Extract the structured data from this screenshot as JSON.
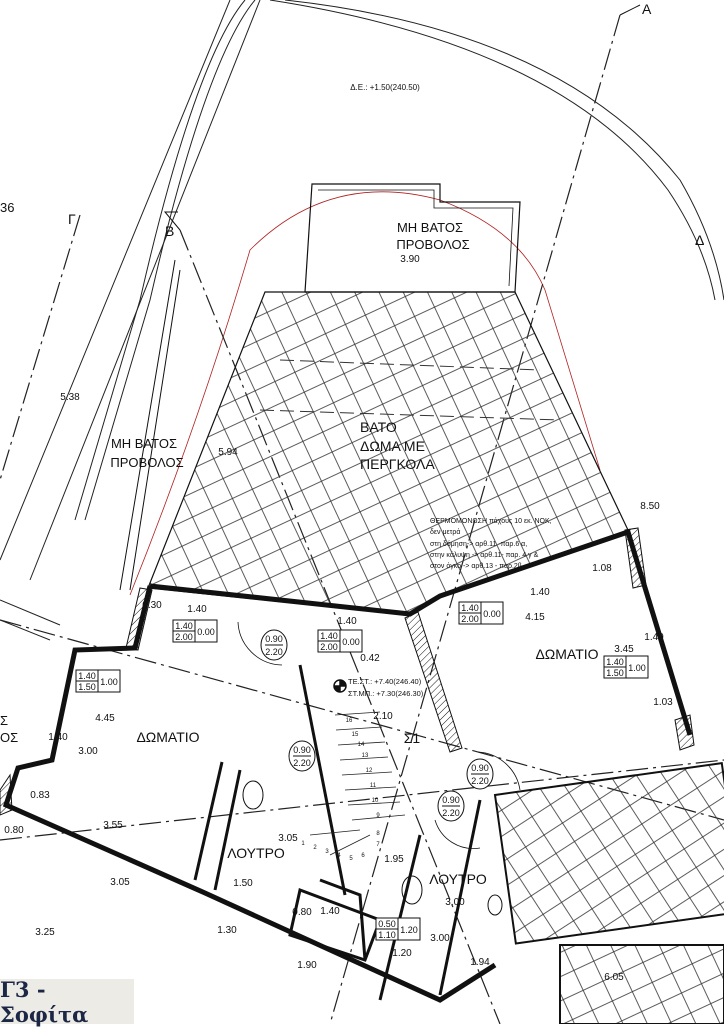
{
  "caption": "Γ3 - Σοφίτα",
  "section_marks": [
    "A",
    "B",
    "Γ",
    "Δ"
  ],
  "level_note": "Δ.Ε.: +1.50(240.50)",
  "partial_left": [
    "36",
    "Σ",
    "ΟΣ"
  ],
  "areas": {
    "balcony_top": [
      "ΜΗ ΒΑΤΟΣ",
      "ΠΡΟΒΟΛΟΣ"
    ],
    "balcony_left": [
      "ΜΗ ΒΑΤΟΣ",
      "ΠΡΟΒΟΛΟΣ"
    ],
    "terrace": [
      "ΒΑΤΟ",
      "ΔΩΜΑ ΜΕ",
      "ΠΕΡΓΚΟΛΑ"
    ],
    "room_right": "ΔΩΜΑΤΙΟ",
    "room_left": "ΔΩΜΑΤΙΟ",
    "hall": "Σ1",
    "bath_left": "ΛΟΥΤΡΟ",
    "bath_right": "ΛΟΥΤΡΟ"
  },
  "insulation_note": [
    "ΘΕΡΜΟΜΟΝΩΣΗ πάχους 10 εκ. ΝΟΚ,",
    "δεν μετρά",
    "στη δόμηση-> αρθ.11 -παρ.6 α,",
    "στην κάλυψη -> αρθ.11- παρ. 4 γ &",
    "στον όγκο -> αρθ.13 - παρ.2β"
  ],
  "elevations": [
    "ΤΕ.ΣΤ.: +7.40(246.40)",
    "ΣΤ.ΜΠ.: +7.30(246.30)"
  ],
  "dimensions": [
    "3.90",
    "5.38",
    "5.94",
    "8.50",
    "1.08",
    "1.40",
    "4.15",
    "0.30",
    "1.40",
    "1.40",
    "0.42",
    "3.45",
    "1.40",
    "1.03",
    "4.45",
    "2.10",
    "1.40",
    "3.00",
    "0.83",
    "3.55",
    "0.80",
    "3.05",
    "1.95",
    "1.50",
    "3.05",
    "3.00",
    "0.80",
    "1.40",
    "3.25",
    "1.30",
    "1.20",
    "3.00",
    "1.94",
    "1.90",
    "6.05"
  ],
  "window_tags": [
    {
      "w": "1.40",
      "h": "2.00",
      "sill": "0.00"
    },
    {
      "w": "1.40",
      "h": "2.00",
      "sill": "0.00"
    },
    {
      "w": "1.40",
      "h": "2.00",
      "sill": "0.00"
    },
    {
      "w": "1.40",
      "h": "1.50",
      "sill": "1.00"
    },
    {
      "w": "1.40",
      "h": "1.50",
      "sill": "1.00"
    },
    {
      "w": "0.50",
      "h": "1.10",
      "sill": "1.20"
    }
  ],
  "door_tags": [
    {
      "w": "0.90",
      "h": "2.20"
    },
    {
      "w": "0.90",
      "h": "2.20"
    },
    {
      "w": "0.90",
      "h": "2.20"
    },
    {
      "w": "0.90",
      "h": "2.20"
    }
  ],
  "stair_steps": [
    "1",
    "2",
    "3",
    "4",
    "5",
    "6",
    "7",
    "8",
    "9",
    "10",
    "11",
    "12",
    "13",
    "14",
    "15",
    "16"
  ],
  "colors": {
    "line": "#111111",
    "property_line": "#b02020",
    "caption_bg": "#ecebe6",
    "caption_text": "#1c2745"
  }
}
